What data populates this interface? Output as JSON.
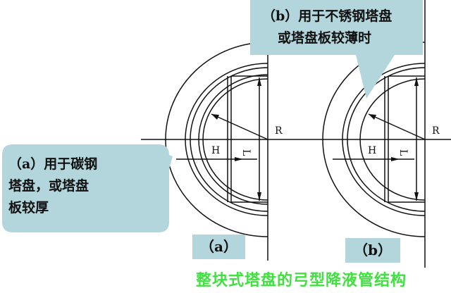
{
  "callout_a": {
    "lines": [
      "（a）用于碳钢",
      "塔盘，或塔盘",
      "板较厚"
    ]
  },
  "callout_b": {
    "lines": [
      "（b）用于不锈钢塔盘",
      "或塔盘板较薄时"
    ]
  },
  "labels": {
    "a": "（a）",
    "b": "（b）"
  },
  "dims": {
    "R": "R",
    "H": "H",
    "L": "L"
  },
  "title": "整块式塔盘的弓型降液管结构",
  "colors": {
    "callout": "#b3d6dc",
    "title": "#3fe03f",
    "line": "#111111"
  }
}
